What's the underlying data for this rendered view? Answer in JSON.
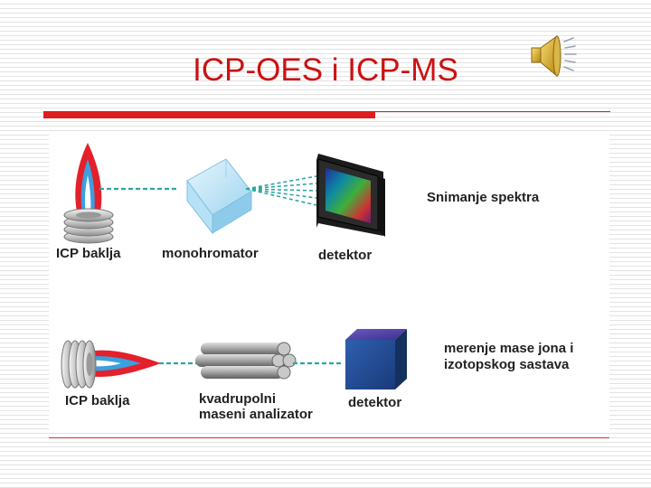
{
  "slide": {
    "title": "ICP-OES i ICP-MS"
  },
  "icons": {
    "speaker": "speaker-icon"
  },
  "oes": {
    "torch_label": "ICP baklja",
    "monochromator_label": "monohromator",
    "detector_label": "detektor",
    "description": "Snimanje spektra"
  },
  "ms": {
    "torch_label": "ICP baklja",
    "analyzer_label_line1": "kvadrupolni",
    "analyzer_label_line2": "maseni analizator",
    "detector_label": "detektor",
    "description_line1": "merenje mase jona i",
    "description_line2": "izotopskog sastava"
  },
  "colors": {
    "title": "#cc1111",
    "accent_red": "#dd1f1f",
    "beam": "#2aa7a0"
  }
}
